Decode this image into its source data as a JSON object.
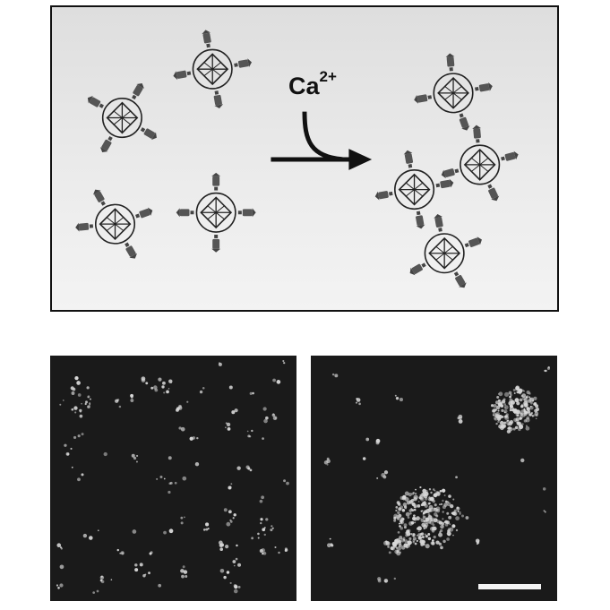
{
  "panel_a": {
    "ion_symbol": "Ca",
    "ion_charge": "2+"
  },
  "colors": {
    "panel_background": "#e6e6e6",
    "particle_stroke": "#222222",
    "arm_fill": "#555555",
    "micrograph_background": "#1a1a1a",
    "speckle": "#d8d8d8",
    "scale_bar": "#f4f4f4"
  },
  "icons": {
    "particle": "octahedral-cage-with-four-arms-icon",
    "reaction_arrow": "curved-arrow-icon"
  },
  "panel_b": {
    "left_micrograph": "dispersed-particles",
    "right_micrograph": "aggregated-particles",
    "scale_bar_label": ""
  }
}
